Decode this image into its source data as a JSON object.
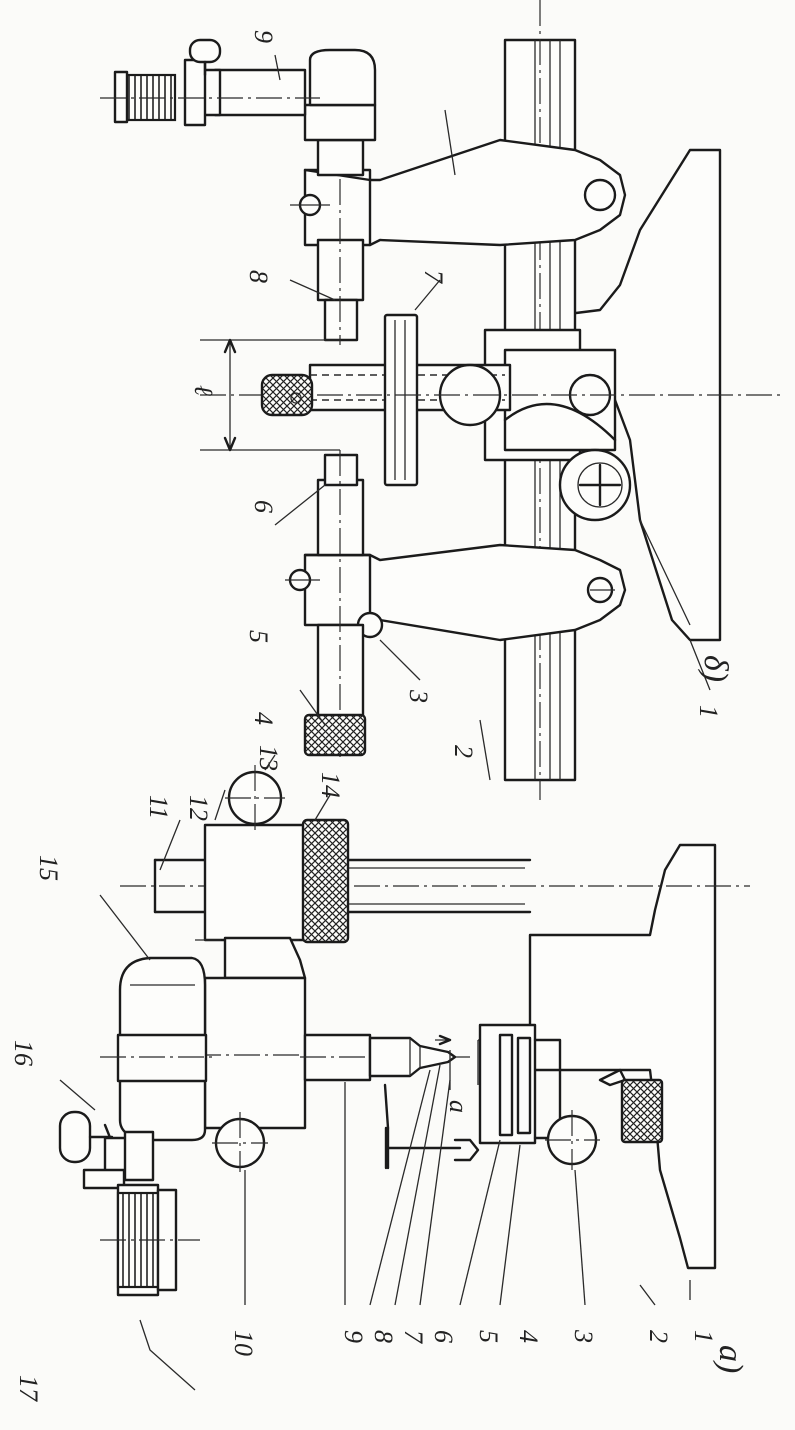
{
  "figure_a": {
    "caption": "a)",
    "labels": [
      "1",
      "2",
      "3",
      "4",
      "5",
      "6",
      "7",
      "8",
      "9",
      "10",
      "11",
      "12",
      "13",
      "14",
      "15",
      "16",
      "17"
    ],
    "dimension": "a"
  },
  "figure_b": {
    "caption": "δ)",
    "labels": [
      "1",
      "2",
      "3",
      "4",
      "5",
      "6",
      "7",
      "8",
      "9"
    ],
    "dimension": "ℓ"
  }
}
